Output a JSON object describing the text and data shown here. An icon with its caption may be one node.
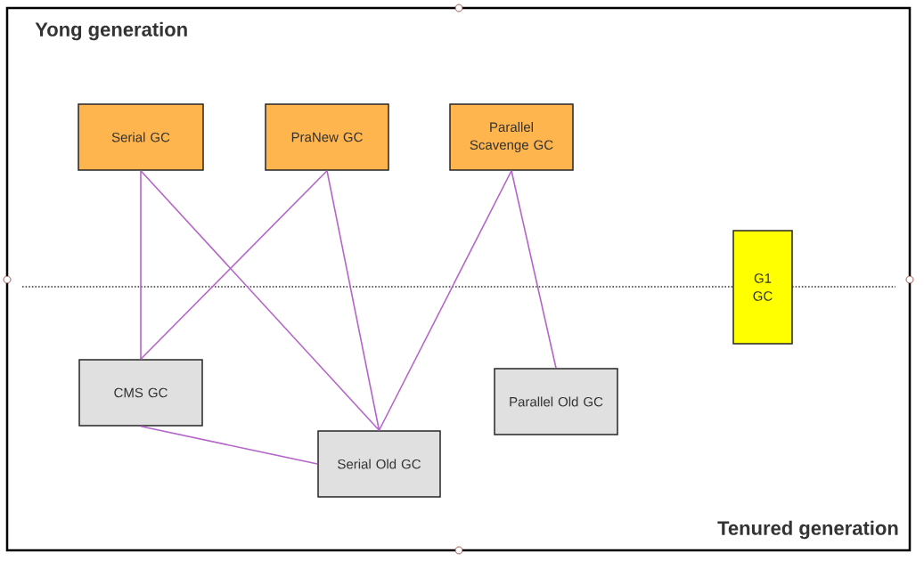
{
  "diagram": {
    "nodes": [
      {
        "text": [
          "Serial GC"
        ]
      },
      {
        "text": [
          "PraNew GC"
        ]
      },
      {
        "text": [
          "Parallel Scavenge GC"
        ]
      },
      {
        "text": [
          "G1 GC"
        ]
      },
      {
        "text": [
          "CMS GC"
        ]
      },
      {
        "text": [
          "Parallel Old GC"
        ]
      },
      {
        "text": [
          "Serial Old GC"
        ]
      }
    ],
    "edges": [
      {
        "from": 0,
        "to": 4,
        "arrow": "none"
      },
      {
        "from": 0,
        "to": 6,
        "arrow": "none"
      },
      {
        "from": 1,
        "to": 4,
        "arrow": "none"
      },
      {
        "from": 1,
        "to": 6,
        "arrow": "none"
      },
      {
        "from": 2,
        "to": 6,
        "arrow": "none"
      },
      {
        "from": 2,
        "to": 5,
        "arrow": "none"
      },
      {
        "from": 4,
        "to": 6,
        "arrow": "none"
      }
    ],
    "labels": [
      "Yong generation",
      "Tenured generation"
    ]
  }
}
